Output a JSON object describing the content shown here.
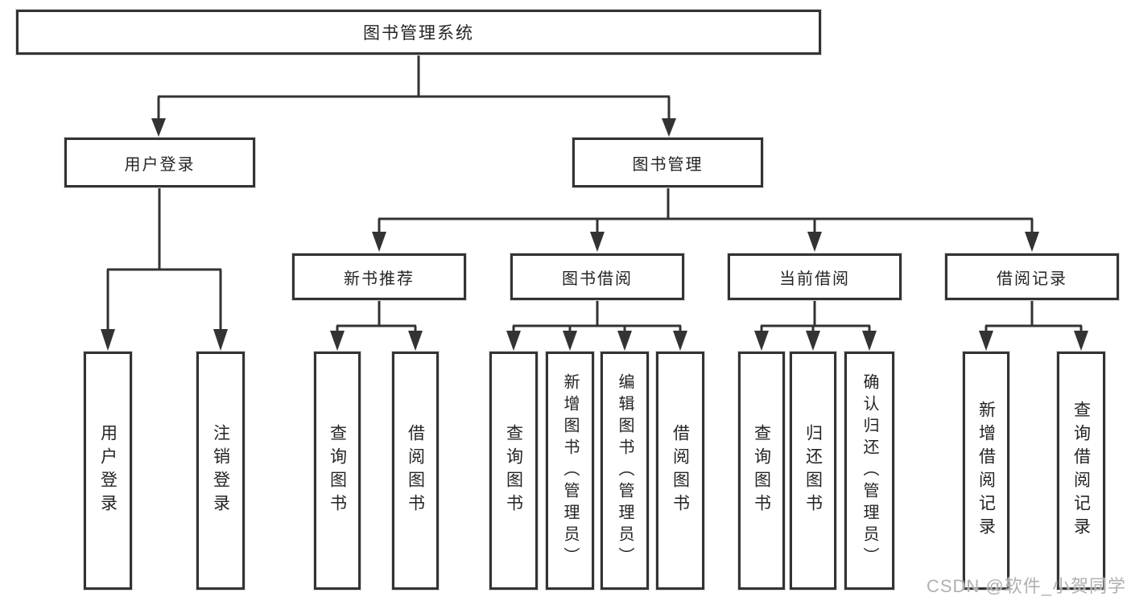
{
  "tree": {
    "root": {
      "label": "图书管理系统"
    },
    "branches": [
      {
        "label": "用户登录",
        "children": [
          {
            "label": "用户登录"
          },
          {
            "label": "注销登录"
          }
        ]
      },
      {
        "label": "图书管理",
        "children": [
          {
            "label": "新书推荐",
            "children": [
              {
                "label": "查询图书"
              },
              {
                "label": "借阅图书"
              }
            ]
          },
          {
            "label": "图书借阅",
            "children": [
              {
                "label": "查询图书"
              },
              {
                "label": "新增图书（管理员）"
              },
              {
                "label": "编辑图书（管理员）"
              },
              {
                "label": "借阅图书"
              }
            ]
          },
          {
            "label": "当前借阅",
            "children": [
              {
                "label": "查询图书"
              },
              {
                "label": "归还图书"
              },
              {
                "label": "确认归还（管理员）"
              }
            ]
          },
          {
            "label": "借阅记录",
            "children": [
              {
                "label": "新增借阅记录"
              },
              {
                "label": "查询借阅记录"
              }
            ]
          }
        ]
      }
    ]
  },
  "watermark": "CSDN @软件_小贺同学",
  "colors": {
    "line": "#333333",
    "box_border": "#333333",
    "box_fill": "#ffffff",
    "text": "#242424",
    "watermark": "#b0b0b0"
  }
}
